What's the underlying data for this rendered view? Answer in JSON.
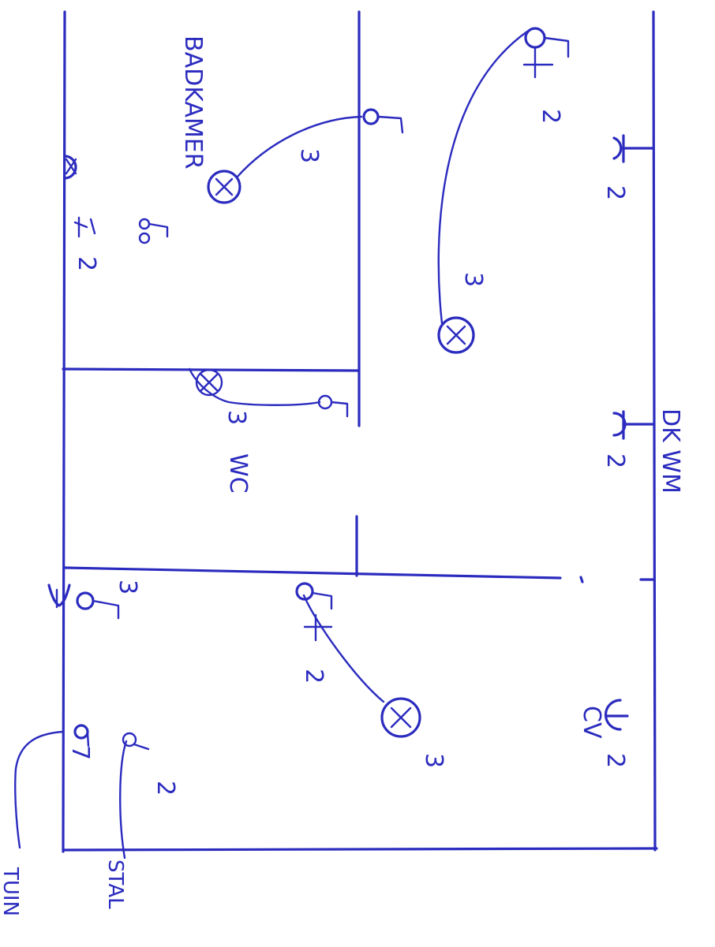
{
  "labels": {
    "badkamer": "BADKAMER",
    "wc": "WC",
    "dk_wm": "DK WM",
    "cv": "CV",
    "tuin": "TUIN",
    "stal": "STAL"
  },
  "circuit_numbers": {
    "n_top_right_socket": "2",
    "n_top_wire": "3",
    "n_kitchen_light_wire": "3",
    "n_bad_socket": "2",
    "n_bad_wire": "3",
    "n_mid_socket": "2",
    "n_wc_wire": "3",
    "n_cv_socket": "2",
    "n_hall_light": "3",
    "n_switch_right_2": "2",
    "n_switch_top_2": "2",
    "n_hall_wire": "3",
    "n_left_switch": "2",
    "n_bottom_7": "7"
  },
  "colors": {
    "ink": "#2b2bbf",
    "paper": "#ffffff"
  }
}
